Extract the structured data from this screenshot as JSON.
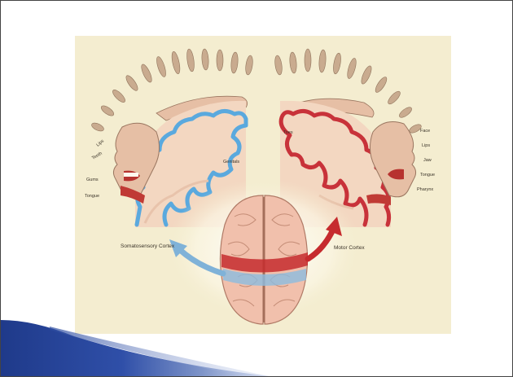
{
  "figure": {
    "labels": {
      "somatosensory": "Somatosensory Cortex",
      "motor": "Motor Cortex",
      "genitals": "Genitals",
      "toes": "Toes"
    },
    "left_side_labels": [
      "Lips",
      "Teeth",
      "Gums",
      "Tongue"
    ],
    "right_side_labels": [
      "Face",
      "Lips",
      "Jaw",
      "Tongue",
      "Pharynx"
    ],
    "colors": {
      "background": "#f4edd0",
      "sensory_outline": "#5aa9de",
      "motor_outline": "#c8323a",
      "brain": "#f1c0ac",
      "arrow_red": "#c62b2e",
      "arrow_blue": "#7fb2d8",
      "slide_corner": "#2a3f8f"
    }
  }
}
